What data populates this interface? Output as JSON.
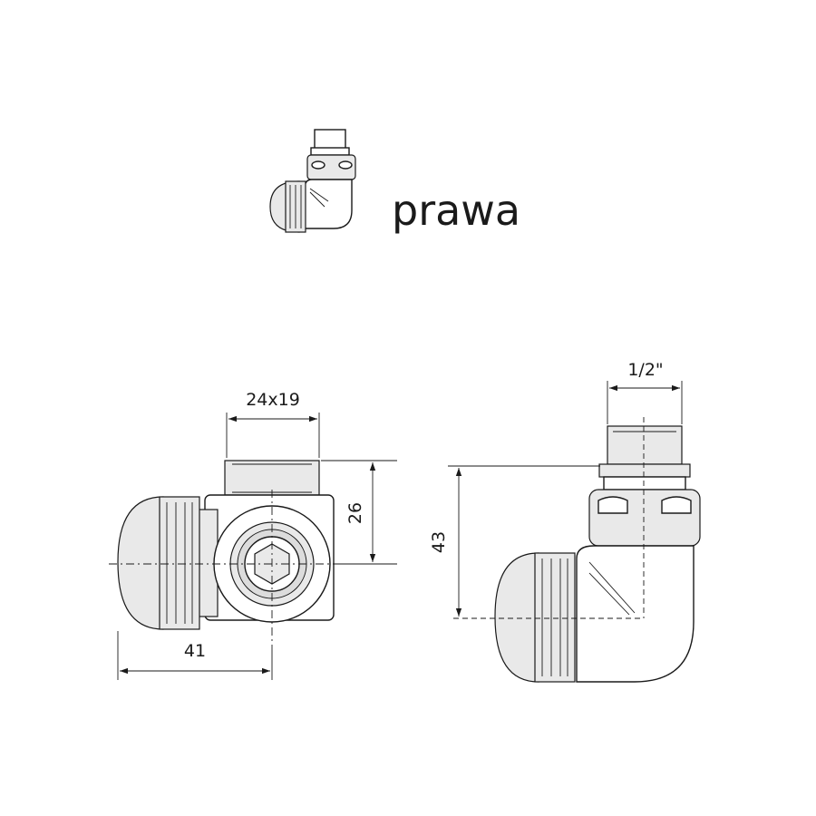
{
  "title": "prawa",
  "dimensions": {
    "top_width": "24x19",
    "height_small": "26",
    "overall_width": "41",
    "height_total": "43",
    "thread": "1/2\""
  }
}
